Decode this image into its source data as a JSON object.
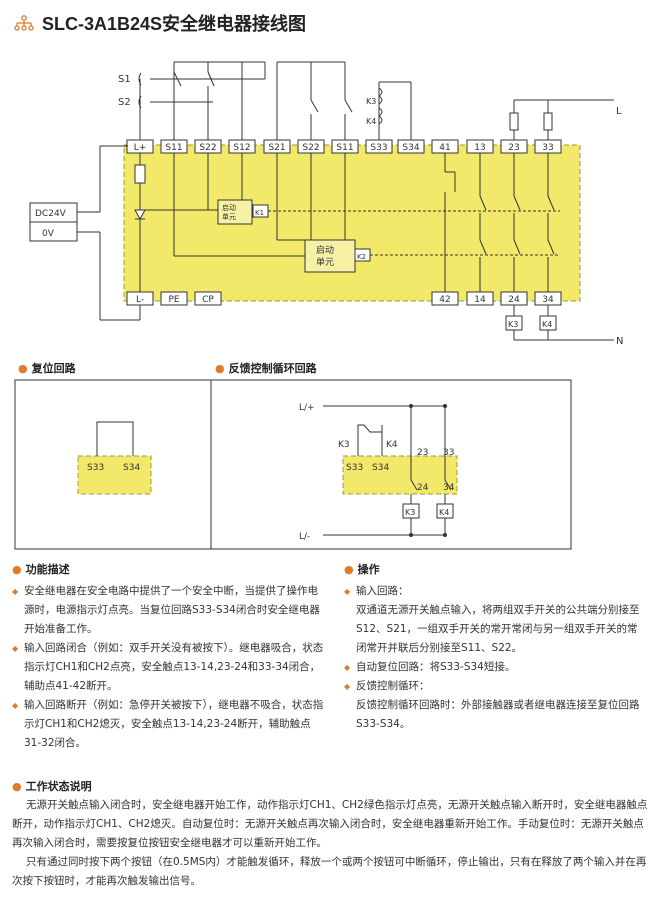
{
  "title": "SLC-3A1B24S安全继电器接线图",
  "icon": "wiring-diagram-icon",
  "colors": {
    "accent": "#e07b2c",
    "module_fill": "#f2e86a",
    "module_border": "#9a9a3a",
    "line": "#333333"
  },
  "main_diagram": {
    "top_terminals": [
      "L+",
      "S11",
      "S22",
      "S12",
      "S21",
      "S22",
      "S11",
      "S33",
      "S34",
      "41",
      "13",
      "23",
      "33"
    ],
    "bottom_terminals": [
      "L-",
      "PE",
      "CP",
      "42",
      "14",
      "24",
      "34"
    ],
    "switch_labels": [
      "S1",
      "S2"
    ],
    "feedback_labels": [
      "K3",
      "K4"
    ],
    "power_plus": "DC24V",
    "power_minus": "0V",
    "start_unit": "启动\n单元",
    "relay_k1": "K1",
    "relay_k2": "K2",
    "line_L": "L",
    "line_N": "N",
    "bottom_relays": [
      "K3",
      "K4"
    ]
  },
  "reset_section": {
    "heading": "复位回路",
    "terminals": [
      "S33",
      "S34"
    ]
  },
  "feedback_section": {
    "heading": "反馈控制循环回路",
    "plus": "L/+",
    "minus": "L/-",
    "k3": "K3",
    "k4": "K4",
    "terminals": [
      "S33",
      "S34",
      "23",
      "33",
      "24",
      "34"
    ],
    "relays": [
      "K3",
      "K4"
    ]
  },
  "function": {
    "heading": "功能描述",
    "items": [
      "安全继电器在安全电路中提供了一个安全中断，当提供了操作电源时，电源指示灯点亮。当复位回路S33-S34闭合时安全继电器开始准备工作。",
      "输入回路闭合（例如：双手开关没有被按下）。继电器吸合，状态指示灯CH1和CH2点亮，安全触点13-14,23-24和33-34闭合，辅助点41-42断开。",
      "输入回路断开（例如：急停开关被按下），继电器不吸合，状态指示灯CH1和CH2熄灭，安全触点13-14,23-24断开，辅助触点31-32闭合。"
    ]
  },
  "operation": {
    "heading": "操作",
    "items": [
      {
        "title": "输入回路：",
        "body": "双通道无源开关触点输入，将两组双手开关的公共端分别接至S12、S21，一组双手开关的常开常闭与另一组双手开关的常闭常开并联后分别接至S11、S22。"
      },
      {
        "title": "自动复位回路：将S33-S34短接。",
        "body": ""
      },
      {
        "title": "反馈控制循环：",
        "body": "反馈控制循环回路时：外部接触器或者继电器连接至复位回路S33-S34。"
      }
    ]
  },
  "status": {
    "heading": "工作状态说明",
    "paragraphs": [
      "无源开关触点输入闭合时，安全继电器开始工作，动作指示灯CH1、CH2绿色指示灯点亮，无源开关触点输入断开时，安全继电器触点断开，动作指示灯CH1、CH2熄灭。自动复位时：无源开关触点再次输入闭合时，安全继电器重新开始工作。手动复位时：无源开关触点再次输入闭合时，需要按复位按钮安全继电器才可以重新开始工作。",
      "只有通过同时按下两个按钮（在0.5MS内）才能触发循环，释放一个或两个按钮可中断循环，停止输出，只有在释放了两个输入并在再次按下按钮时，才能再次触发输出信号。"
    ]
  }
}
